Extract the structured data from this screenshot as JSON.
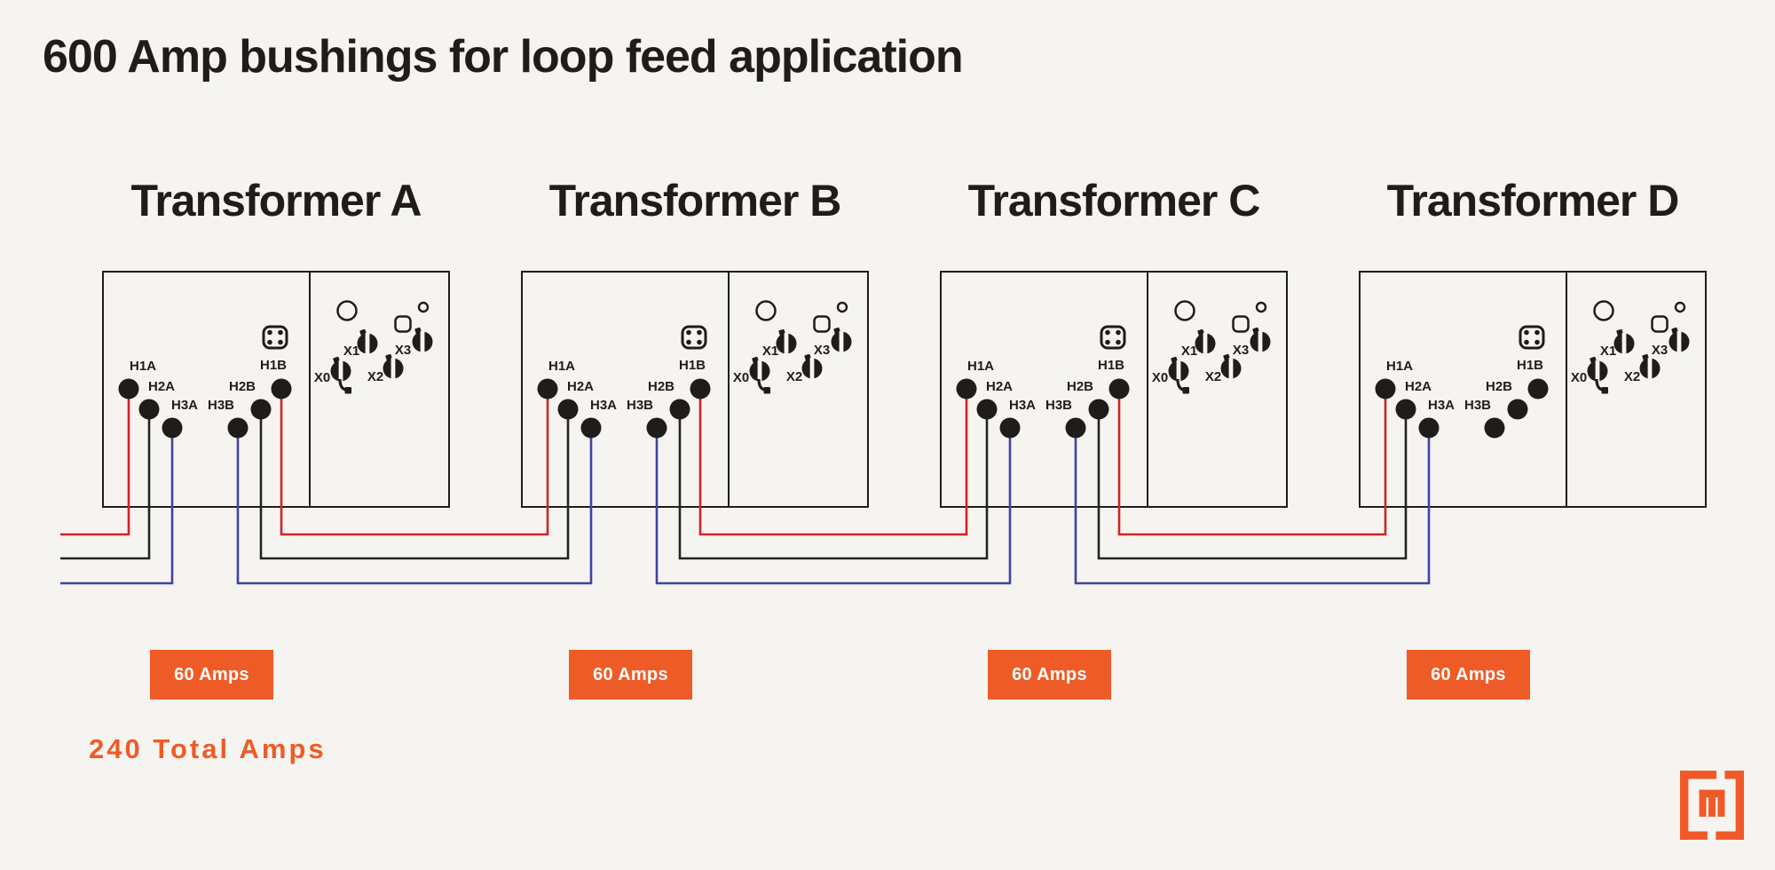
{
  "title": "600 Amp bushings for loop feed application",
  "transformers": [
    {
      "name": "Transformer A",
      "amps_label": "60 Amps",
      "loop_to_next": true
    },
    {
      "name": "Transformer B",
      "amps_label": "60 Amps",
      "loop_to_next": true
    },
    {
      "name": "Transformer C",
      "amps_label": "60 Amps",
      "loop_to_next": true
    },
    {
      "name": "Transformer D",
      "amps_label": "60 Amps",
      "loop_to_next": false
    }
  ],
  "bushing_labels": [
    "H1A",
    "H2A",
    "H3A",
    "H3B",
    "H2B",
    "H1B"
  ],
  "x_terminal_labels": [
    "X0",
    "X1",
    "X2",
    "X3"
  ],
  "total_label": "240 Total Amps",
  "colors": {
    "background": "#F6F4F0",
    "ink": "#1F1C1B",
    "wire_red": "#CE2329",
    "wire_black": "#232323",
    "wire_blue": "#3F43A4",
    "accent_orange": "#EF5B26",
    "badge_text": "#FFFFFF"
  },
  "icons": {
    "logo": "maddox-m-logo",
    "bushing_cluster": "four-bushing-well-icon",
    "elbow": "elbow-connector-icon",
    "gauge": "gauge-circle-icon",
    "small_port": "small-port-icon",
    "plate": "nameplate-square-icon"
  }
}
